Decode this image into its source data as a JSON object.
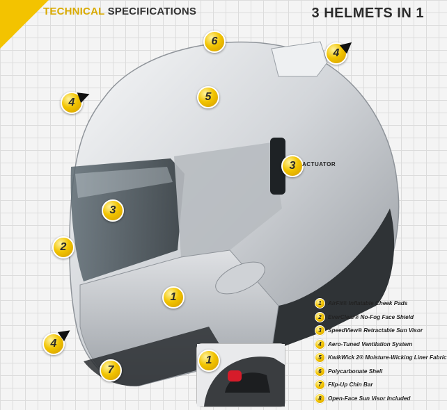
{
  "header": {
    "title_highlight": "TECHNICAL",
    "title_rest": " SPECIFICATIONS",
    "subtitle": "3 HELMETS IN 1"
  },
  "callouts": [
    {
      "number": "6"
    },
    {
      "number": "4"
    },
    {
      "number": "4"
    },
    {
      "number": "5"
    },
    {
      "number": "3"
    },
    {
      "number": "3"
    },
    {
      "number": "2"
    },
    {
      "number": "1"
    },
    {
      "number": "4"
    },
    {
      "number": "7"
    },
    {
      "number": "1"
    }
  ],
  "actuator_label": "ACTUATOR",
  "legend": [
    {
      "number": "1",
      "label": "AirFit® Inflatable Cheek Pads"
    },
    {
      "number": "2",
      "label": "EverClear® No-Fog Face Shield"
    },
    {
      "number": "3",
      "label": "SpeedView® Retractable Sun Visor"
    },
    {
      "number": "4",
      "label": "Aero-Tuned Ventilation System"
    },
    {
      "number": "5",
      "label": "KwikWick 2® Moisture-Wicking Liner Fabric"
    },
    {
      "number": "6",
      "label": "Polycarbonate Shell"
    },
    {
      "number": "7",
      "label": "Flip-Up Chin Bar"
    },
    {
      "number": "8",
      "label": "Open-Face Sun Visor Included"
    }
  ],
  "colors": {
    "accent": "#f3c300",
    "grid": "#dcdcdc",
    "shell": "#c9ccd0"
  }
}
